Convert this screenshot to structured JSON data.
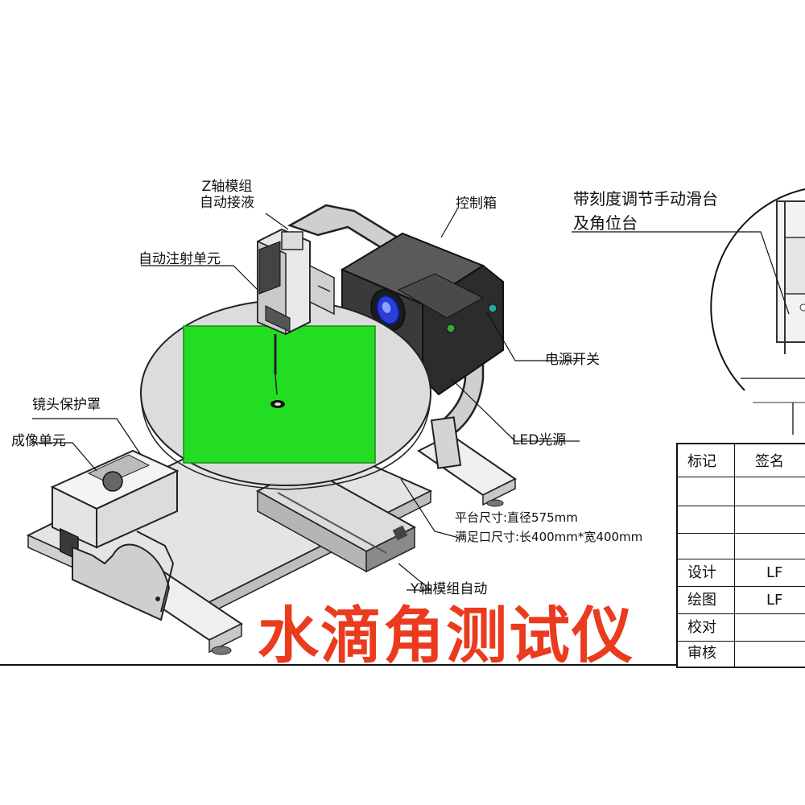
{
  "labels": {
    "z_axis_line1": "Z轴模组",
    "z_axis_line2": "自动接液",
    "auto_injection": "自动注射单元",
    "control_box": "控制箱",
    "slide_stage_line1": "带刻度调节手动滑台",
    "slide_stage_line2": "及角位台",
    "power_switch": "电源开关",
    "led_light": "LED光源",
    "lens_cover": "镜头保护罩",
    "imaging_unit": "成像单元",
    "platform_size": "平台尺寸:直径575mm",
    "footprint_size": "满足口尺寸:长400mm*宽400mm",
    "y_axis": "Y轴模组自动"
  },
  "title": "水滴角测试仪",
  "title_block": {
    "headers": [
      "标记",
      "签名"
    ],
    "rows": [
      {
        "role": "设计",
        "name": "LF"
      },
      {
        "role": "绘图",
        "name": "LF"
      },
      {
        "role": "校对",
        "name": ""
      },
      {
        "role": "审核",
        "name": ""
      }
    ]
  },
  "colors": {
    "title": "#ea3b1f",
    "sample_area": "#22dd22",
    "platform": "#dcdcdc",
    "module_dark": "#3a3a3a",
    "frame": "#c9c9c9",
    "lens": "#2a3fd6"
  }
}
